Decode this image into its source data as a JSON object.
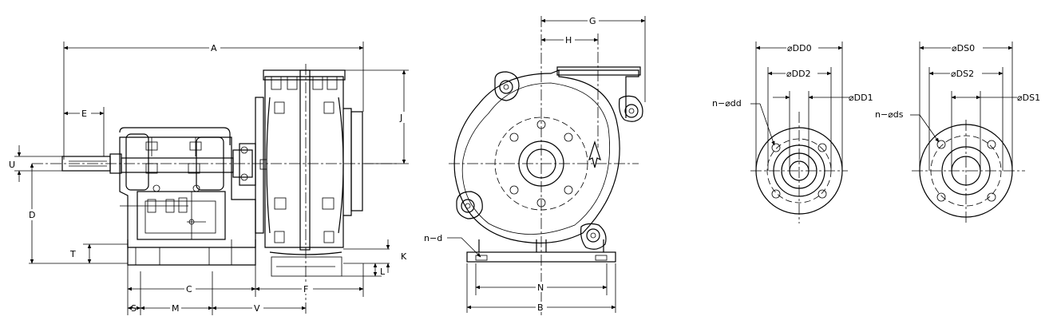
{
  "side_view": {
    "dimensions": {
      "A": "A",
      "E": "E",
      "J": "J",
      "U": "U",
      "D": "D",
      "T": "T",
      "K": "K",
      "L": "L",
      "C": "C",
      "F": "F",
      "S": "S",
      "M": "M",
      "V": "V"
    }
  },
  "front_view": {
    "dimensions": {
      "G": "G",
      "H": "H",
      "N": "N",
      "B": "B",
      "nd": "n−d"
    }
  },
  "discharge_flange": {
    "dimensions": {
      "DD0": "⌀DD0",
      "DD2": "⌀DD2",
      "DD1": "⌀DD1",
      "ndd": "n−⌀dd"
    }
  },
  "suction_flange": {
    "dimensions": {
      "DS0": "⌀DS0",
      "DS2": "⌀DS2",
      "DS1": "⌀DS1",
      "nds": "n−⌀ds"
    }
  }
}
